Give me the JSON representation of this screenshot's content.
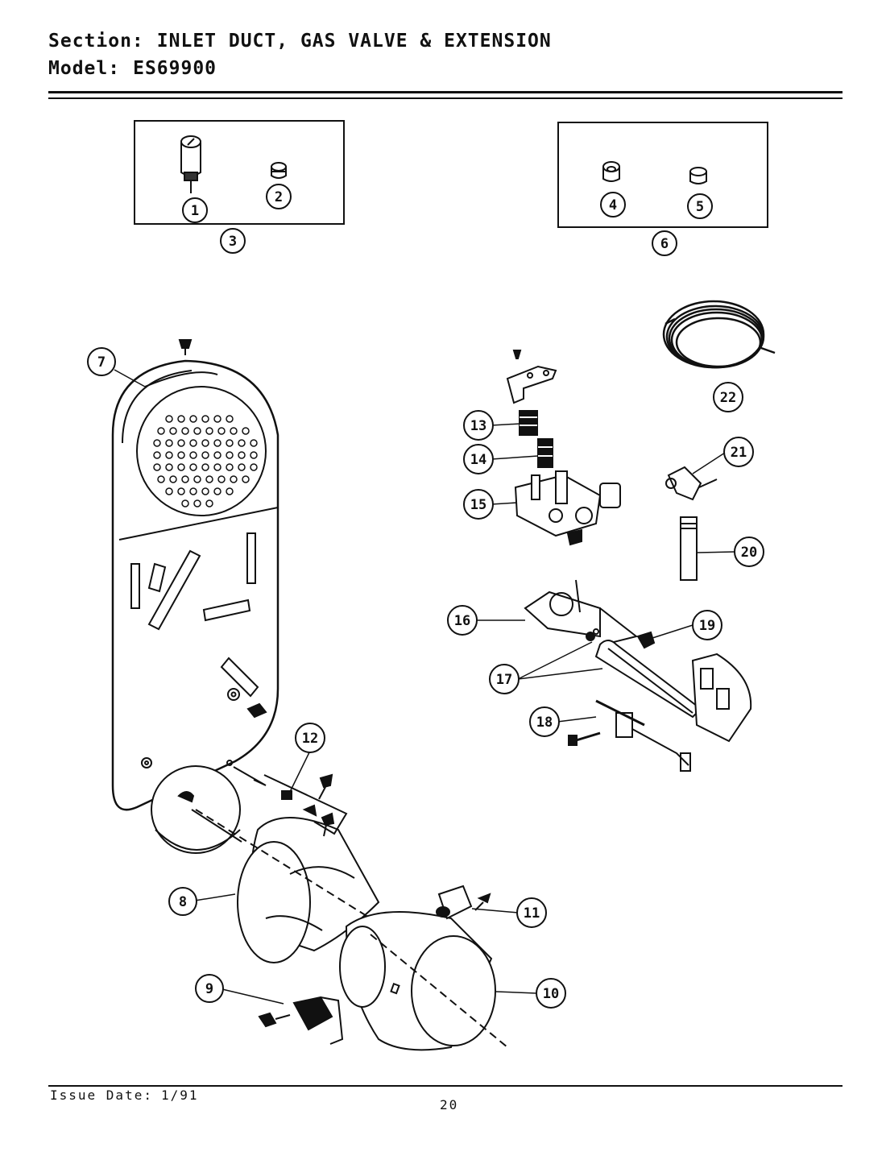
{
  "header": {
    "section_label": "Section:",
    "section_title": "INLET DUCT, GAS VALVE & EXTENSION",
    "model_label": "Model:",
    "model_number": "ES69900"
  },
  "callouts": [
    "1",
    "2",
    "3",
    "4",
    "5",
    "6",
    "7",
    "8",
    "9",
    "10",
    "11",
    "12",
    "13",
    "14",
    "15",
    "16",
    "17",
    "18",
    "19",
    "20",
    "21",
    "22"
  ],
  "footer": {
    "issue_label": "Issue Date:",
    "issue_date": "1/91",
    "page_number": "20"
  }
}
